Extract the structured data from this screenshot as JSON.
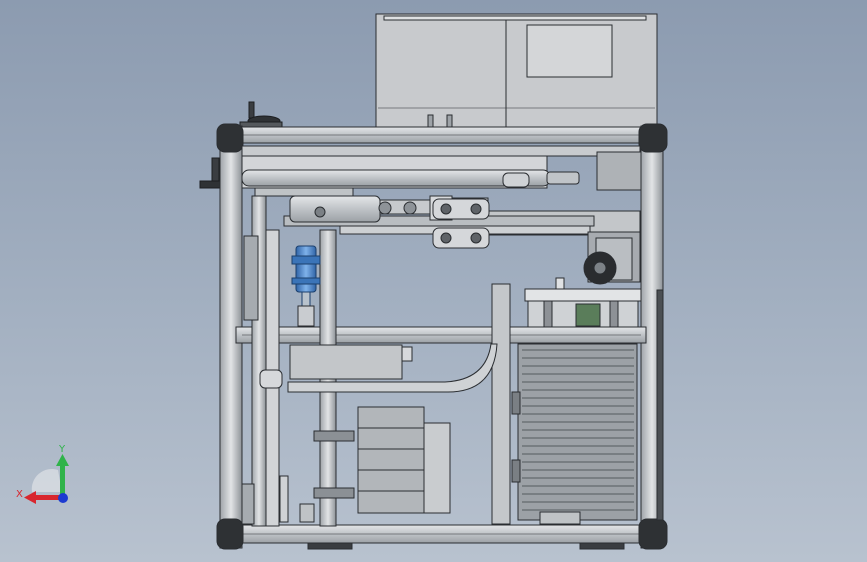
{
  "scene": {
    "view": "front",
    "model": "machine-frame-assembly",
    "colors": {
      "background_top": "#8c9bb0",
      "background_bottom": "#b8c2cf",
      "frame": "#c9ccd0",
      "frame_dark": "#8e9398",
      "panel": "#c7c9cc",
      "hydraulic_blue": "#4a86c8",
      "edge": "#2a2d31"
    }
  },
  "triad": {
    "x_label": "X",
    "y_label": "Y",
    "x_color": "#d8262e",
    "y_color": "#2fb34a",
    "z_color": "#1d3bd1"
  }
}
